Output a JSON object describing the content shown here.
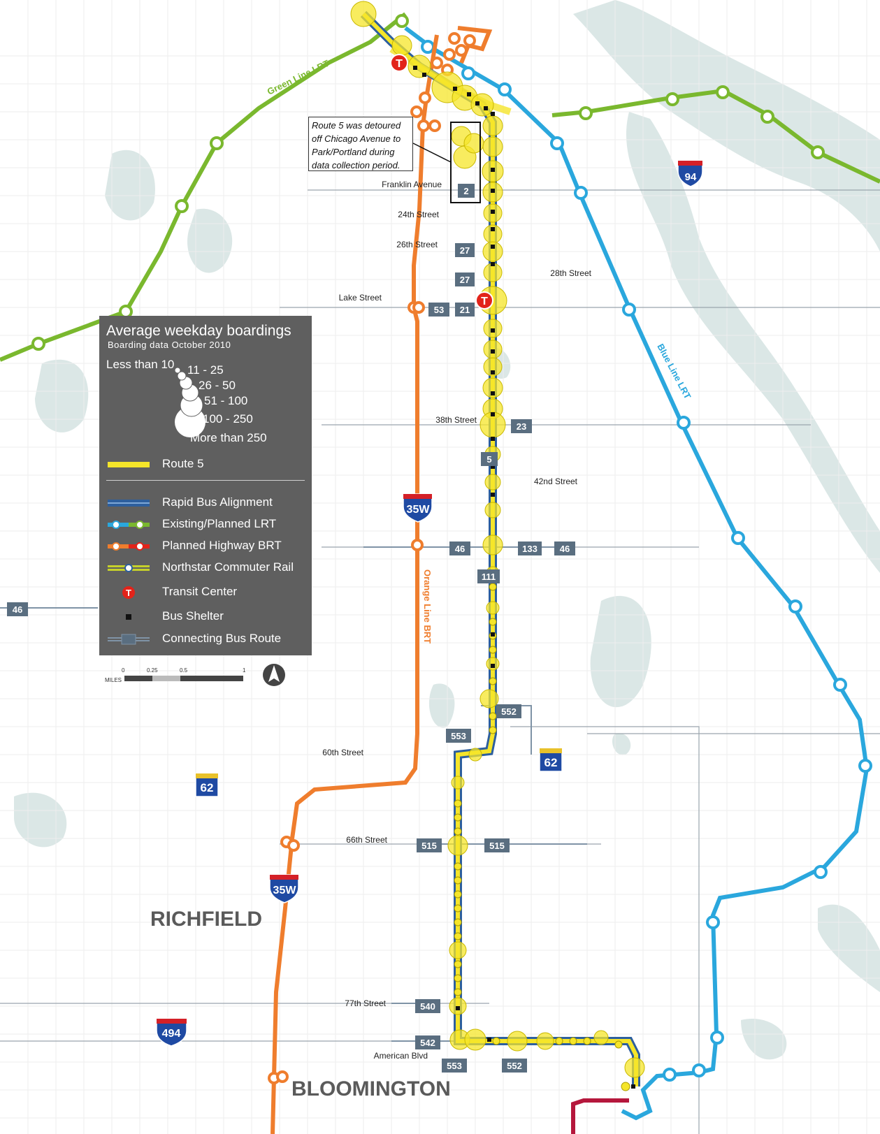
{
  "legend": {
    "title": "Average weekday boardings",
    "subtitle": "Boarding data October 2010",
    "sizes": [
      "Less than 10",
      "11 - 25",
      "26 - 50",
      "51 - 100",
      "100 - 250",
      "More than 250"
    ],
    "items": [
      {
        "label": "Route 5",
        "symbol": "route5"
      },
      {
        "label": "Rapid Bus Alignment",
        "symbol": "rapid-bus"
      },
      {
        "label": "Existing/Planned LRT",
        "symbol": "lrt"
      },
      {
        "label": "Planned Highway BRT",
        "symbol": "brt"
      },
      {
        "label": "Northstar Commuter Rail",
        "symbol": "rail"
      },
      {
        "label": "Transit Center",
        "symbol": "transit-center-icon"
      },
      {
        "label": "Bus Shelter",
        "symbol": "bus-shelter-icon"
      },
      {
        "label": "Connecting Bus Route",
        "symbol": "bus-route"
      }
    ]
  },
  "note": "Route 5 was detoured off Chicago Avenue to Park/Portland during data collection period.",
  "streets": [
    "Franklin Avenue",
    "24th Street",
    "26th Street",
    "28th Street",
    "Lake Street",
    "38th Street",
    "42nd Street",
    "60th Street",
    "66th Street",
    "77th Street",
    "American Blvd"
  ],
  "lines": [
    "Green Line LRT",
    "Blue Line LRT",
    "Orange Line BRT"
  ],
  "cities": [
    "RICHFIELD",
    "BLOOMINGTON"
  ],
  "highways": [
    "94",
    "35W",
    "35W",
    "62",
    "62",
    "494"
  ],
  "route_tags": [
    "2",
    "27",
    "27",
    "53",
    "21",
    "23",
    "5",
    "46",
    "133",
    "46",
    "111",
    "46",
    "552",
    "553",
    "515",
    "515",
    "540",
    "542",
    "553",
    "552"
  ],
  "scale": {
    "ticks": [
      "0",
      "0.25",
      "0.5",
      "1"
    ],
    "unit": "MILES"
  },
  "colors": {
    "route5": "#f5e52a",
    "rapid_bus": "#2d5f9e",
    "green_lrt": "#7ab82e",
    "blue_lrt": "#2aa7dd",
    "orange_brt": "#ef7d2d",
    "red_line": "#b5173c",
    "tag": "#5a6e80",
    "legend_bg": "#5f5f5f",
    "water": "#dbe7e6"
  }
}
